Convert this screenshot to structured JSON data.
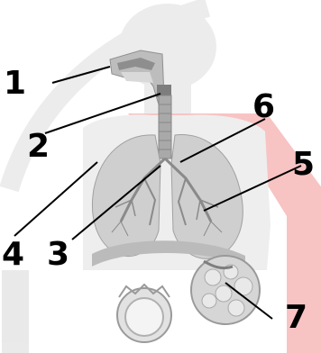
{
  "colors": {
    "background": "#ffffff",
    "watermark_red": "#f7b9b9",
    "watermark_gray": "#d9d9d9",
    "body_silhouette": "#ececec",
    "organ_gray": "#cfcfcf",
    "organ_dark": "#a9a9a9",
    "leader_line": "#000000",
    "label_text": "#000000"
  },
  "labels": [
    "1",
    "2",
    "3",
    "4",
    "5",
    "6",
    "7"
  ]
}
